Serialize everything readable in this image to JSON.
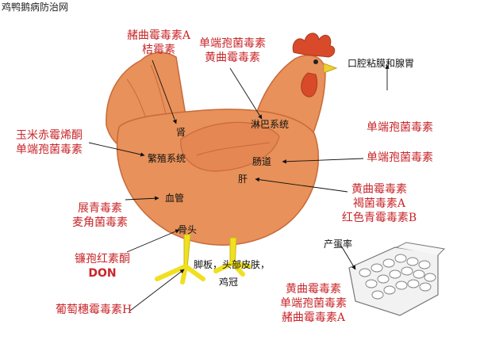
{
  "watermark": "鸡鸭鹅病防治网",
  "colors": {
    "toxin_text": "#c8262a",
    "organ_text": "#111111",
    "body_fill": "#e8915a",
    "body_stroke": "#c86a3a",
    "comb": "#d94a2a",
    "legs": "#f0e020",
    "egg_tray": "#f2f2f2"
  },
  "organs": {
    "kidney": "肾",
    "lymph": "淋巴系统",
    "reproductive": "繁殖系统",
    "intestine": "肠道",
    "liver": "肝",
    "blood": "血管",
    "bone": "骨头",
    "skin_line1": "脚板，头部皮肤，",
    "skin_line2": "鸡冠",
    "mouth": "口腔粘膜和腺胃",
    "egg": "产蛋率"
  },
  "toxins": {
    "kidney_toxins": [
      "赭曲霉毒素A",
      "桔霉素"
    ],
    "lymph_toxins": [
      "单端孢菌毒素",
      "黄曲霉毒素"
    ],
    "reproductive_toxins": [
      "玉米赤霉烯酮",
      "单端孢菌毒素"
    ],
    "mouth_toxin": "单端孢菌毒素",
    "intestine_toxin": "单端孢菌毒素",
    "liver_toxins": [
      "黄曲霉毒素",
      "褐菌毒素A",
      "红色青霉毒素B"
    ],
    "blood_toxins": [
      "展青毒素",
      "麦角菌毒素"
    ],
    "bone_toxins": [
      "镰孢红素酮",
      "DON"
    ],
    "egg_toxins": [
      "黄曲霉毒素",
      "单端孢菌毒素",
      "赭曲霉毒素A"
    ],
    "skin_toxin": "葡萄穗霉毒素H"
  }
}
